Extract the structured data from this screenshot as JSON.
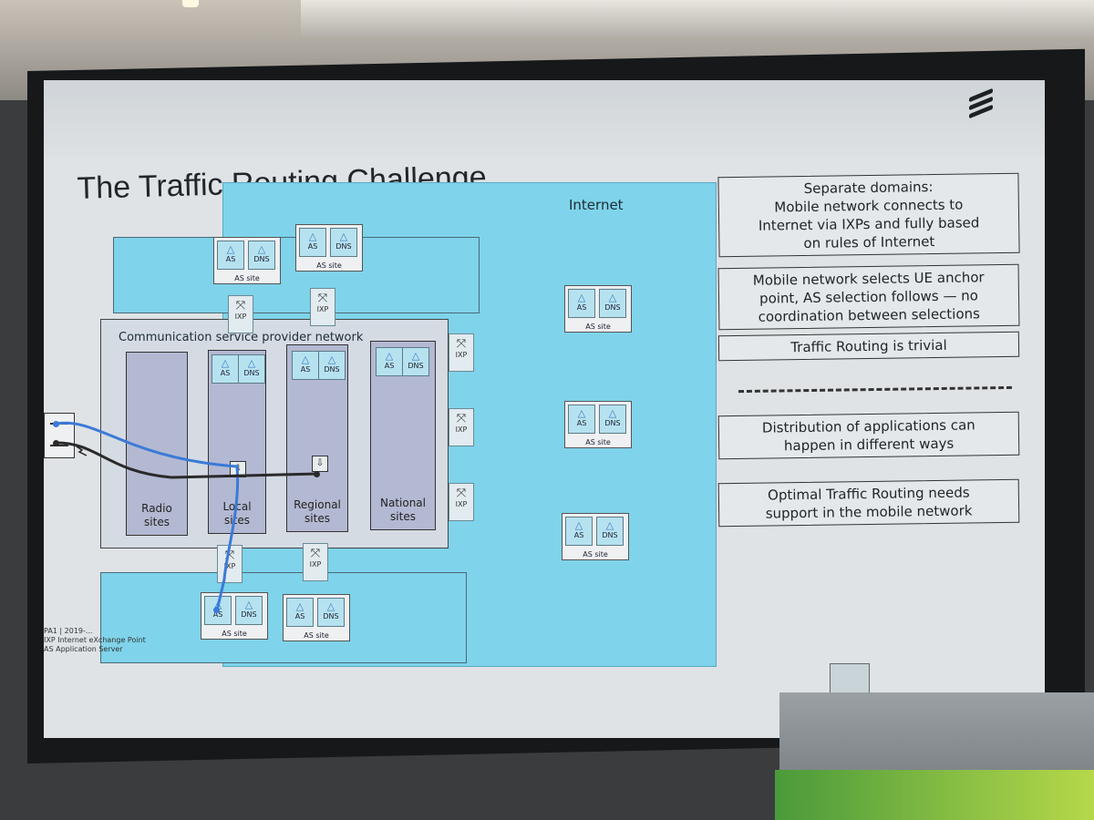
{
  "slide": {
    "title": "The Traffic Routing Challenge",
    "internet_label": "Internet",
    "csp_label": "Communication service provider network",
    "sites": [
      {
        "id": "radio",
        "label": "Radio\nsites"
      },
      {
        "id": "local",
        "label": "Local\nsites"
      },
      {
        "id": "regional",
        "label": "Regional\nsites"
      },
      {
        "id": "national",
        "label": "National\nsites"
      }
    ],
    "tile_as": "AS",
    "tile_dns": "DNS",
    "as_site_caption": "AS site",
    "ixp_caption": "IXP",
    "footnote": {
      "line1": "PA1 | 2019-...",
      "line2": "IXP  Internet eXchange Point",
      "line3": "AS   Application Server"
    }
  },
  "panel": {
    "box1": "Separate domains:\nMobile network connects to\nInternet via IXPs and fully based\non rules of Internet",
    "box2": "Mobile network selects UE anchor\npoint, AS selection follows — no\ncoordination between selections",
    "box3": "Traffic Routing is trivial",
    "box4": "Distribution of applications can\nhappen in different ways",
    "box5": "Optimal Traffic Routing needs\nsupport in the mobile network"
  },
  "colors": {
    "internet": "#7fd3ea",
    "site": "#b3b9d2",
    "blue_path": "#3b7ad8",
    "dark_path": "#2a2a2a"
  },
  "icons": {
    "logo": "ericsson-logo",
    "ixp": "cross-arrows-icon",
    "as": "triangle-icon",
    "anchor": "anchor-point-icon",
    "ue": "phone-icon"
  }
}
